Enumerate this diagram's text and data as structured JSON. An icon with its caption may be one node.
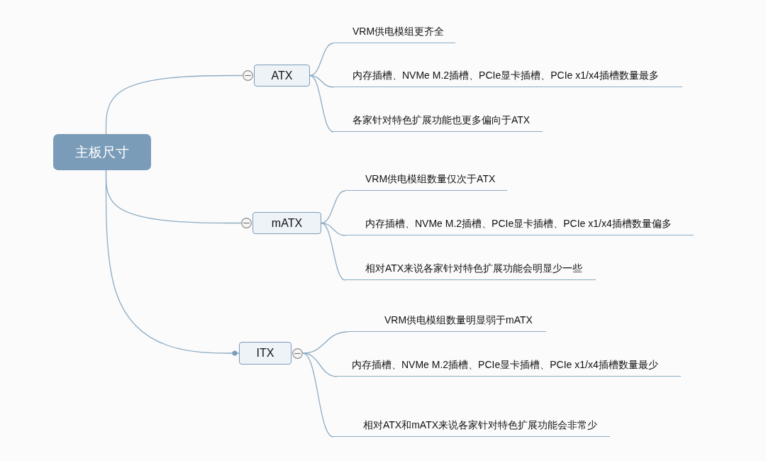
{
  "diagram": {
    "nodes": [
      {
        "text": [
          "主板尺寸"
        ]
      },
      {
        "text": [
          "ATX"
        ]
      },
      {
        "text": [
          "mATX"
        ]
      },
      {
        "text": [
          "ITX"
        ]
      },
      {
        "text": [
          "VRM供电模组更齐全"
        ]
      },
      {
        "text": [
          "内存插槽、NVMe M.2插槽、PCIe显卡插槽、PCIe x1/x4插槽数量最多"
        ]
      },
      {
        "text": [
          "各家针对特色扩展功能也更多偏向于ATX"
        ]
      },
      {
        "text": [
          "VRM供电模组数量仅次于ATX"
        ]
      },
      {
        "text": [
          "内存插槽、NVMe M.2插槽、PCIe显卡插槽、PCIe x1/x4插槽数量偏多"
        ]
      },
      {
        "text": [
          "相对ATX来说各家针对特色扩展功能会明显少一些"
        ]
      },
      {
        "text": [
          "VRM供电模组数量明显弱于mATX"
        ]
      },
      {
        "text": [
          "内存插槽、NVMe M.2插槽、PCIe显卡插槽、PCIe x1/x4插槽数量最少"
        ]
      },
      {
        "text": [
          "相对ATX和mATX来说各家针对特色扩展功能会非常少"
        ]
      }
    ],
    "edges": [
      {
        "from": 0,
        "to": 1,
        "arrow": "none"
      },
      {
        "from": 0,
        "to": 2,
        "arrow": "none"
      },
      {
        "from": 0,
        "to": 3,
        "arrow": "other"
      },
      {
        "from": 1,
        "to": 4,
        "arrow": "none"
      },
      {
        "from": 1,
        "to": 5,
        "arrow": "none"
      },
      {
        "from": 1,
        "to": 6,
        "arrow": "none"
      },
      {
        "from": 2,
        "to": 7,
        "arrow": "none"
      },
      {
        "from": 2,
        "to": 8,
        "arrow": "none"
      },
      {
        "from": 2,
        "to": 9,
        "arrow": "none"
      },
      {
        "from": 3,
        "to": 10,
        "arrow": "none"
      },
      {
        "from": 3,
        "to": 11,
        "arrow": "none"
      },
      {
        "from": 3,
        "to": 12,
        "arrow": "none"
      }
    ]
  }
}
